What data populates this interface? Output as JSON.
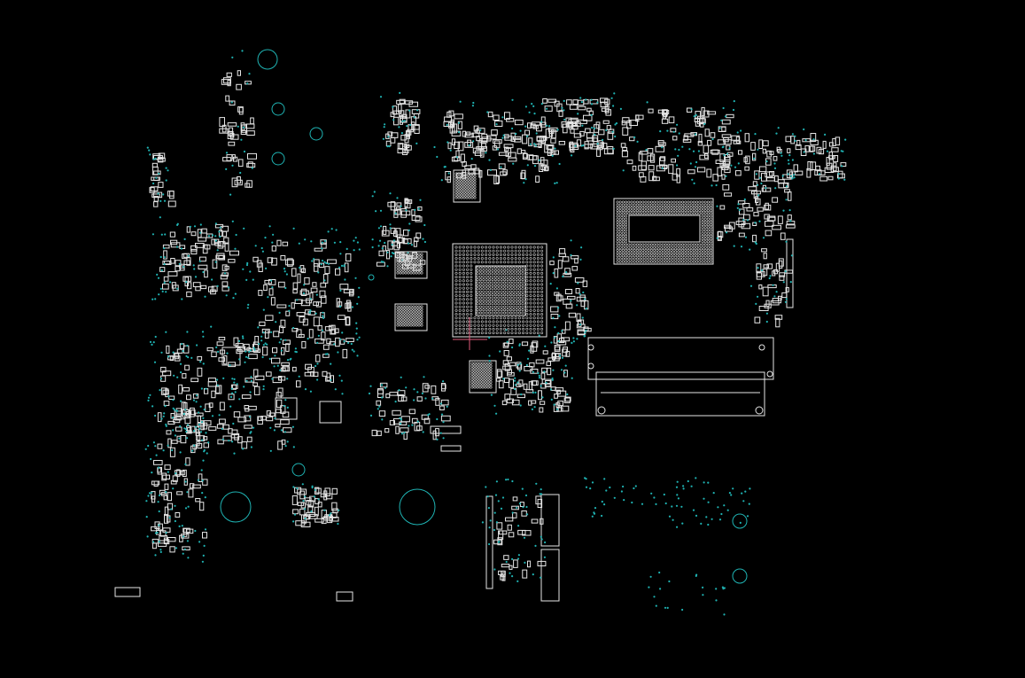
{
  "view": {
    "background": "#000000",
    "outline_color": "#e6e6e6",
    "via_color": "#1fb3b3",
    "trace_color": "#e05a7a"
  },
  "board": {
    "description_visible": false,
    "components": [
      {
        "name": "cpu-bga-main",
        "kind": "bga"
      },
      {
        "name": "pch-bga",
        "kind": "bga"
      },
      {
        "name": "memory-chip-top",
        "kind": "ic"
      },
      {
        "name": "memory-chip-bottom",
        "kind": "ic"
      },
      {
        "name": "memory-chip-mid",
        "kind": "ic"
      },
      {
        "name": "memory-chip-low",
        "kind": "ic"
      },
      {
        "name": "so-dimm-slot-upper",
        "kind": "connector"
      },
      {
        "name": "so-dimm-slot-lower",
        "kind": "connector"
      },
      {
        "name": "edge-connector-right",
        "kind": "connector"
      },
      {
        "name": "vertical-connector-left",
        "kind": "connector"
      },
      {
        "name": "vertical-connector-right-a",
        "kind": "connector"
      },
      {
        "name": "vertical-connector-right-b",
        "kind": "connector"
      }
    ],
    "mounting_holes": 10
  }
}
